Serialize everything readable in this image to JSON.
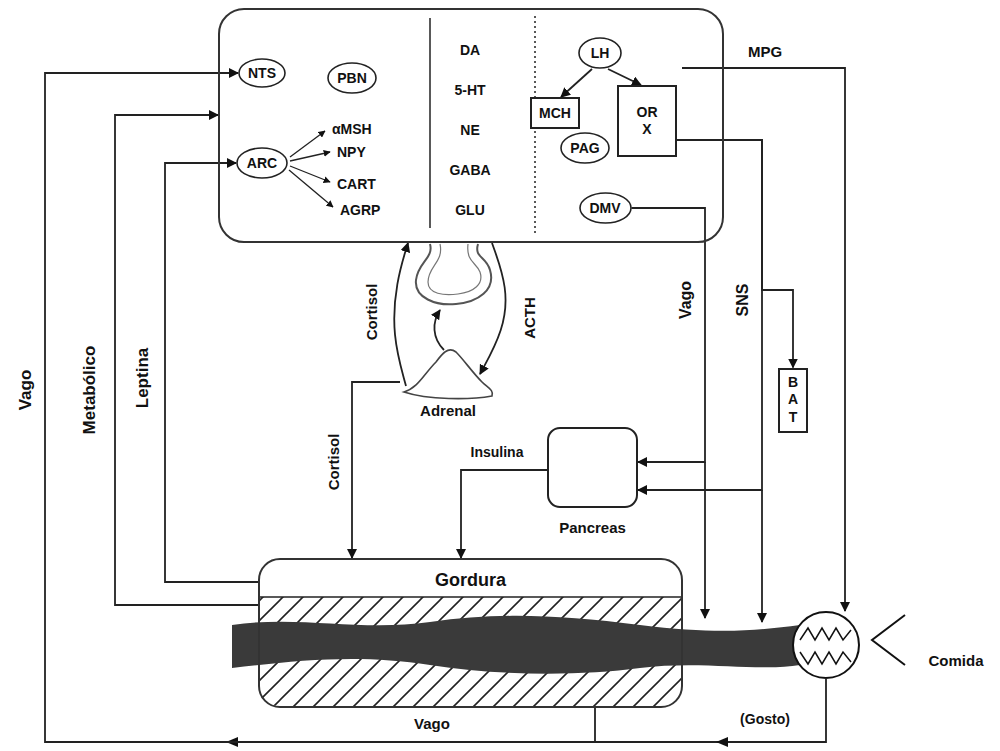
{
  "diagram": {
    "nodes": [
      {
        "text": [
          "DA",
          "5-HT",
          "NE",
          "GABA",
          "GLU"
        ]
      },
      {
        "text": [
          "NTS"
        ],
        "in": 0
      },
      {
        "text": [
          "PBN"
        ],
        "in": 0
      },
      {
        "text": [
          "ARC"
        ],
        "in": 0
      },
      {
        "text": [
          "LH"
        ],
        "in": 0
      },
      {
        "text": [
          "MCH"
        ],
        "in": 0
      },
      {
        "text": [
          "OR X"
        ],
        "in": 0
      },
      {
        "text": [
          "PAG"
        ],
        "in": 0
      },
      {
        "text": [
          "DMV"
        ],
        "in": 0
      },
      {
        "text": [
          "Adrenal"
        ]
      },
      {
        "text": [
          "B A T"
        ]
      },
      {
        "text": [
          "Pancreas"
        ]
      },
      {
        "text": [
          "Gordura"
        ]
      }
    ],
    "edges": [
      {
        "from": 12,
        "to": 1,
        "arrow": "to",
        "label": "Vago"
      },
      {
        "from": 12,
        "to": 0,
        "arrow": "to",
        "label": "Metabólico"
      },
      {
        "from": 12,
        "to": 3,
        "arrow": "to",
        "label": "Leptina"
      },
      {
        "from": 9,
        "to": 0,
        "arrow": "to",
        "label": "Cortisol"
      },
      {
        "from": 0,
        "to": 9,
        "arrow": "to",
        "label": "ACTH"
      },
      {
        "from": 9,
        "to": 12,
        "arrow": "to",
        "label": "Cortisol"
      },
      {
        "from": 11,
        "to": 12,
        "arrow": "to",
        "label": "Insulina"
      },
      {
        "from": 8,
        "to": 11,
        "arrow": "to",
        "label": "Vago"
      },
      {
        "from": 6,
        "to": 11,
        "arrow": "to",
        "label": "SNS"
      },
      {
        "from": 6,
        "to": 10,
        "arrow": "to"
      },
      {
        "from": 4,
        "to": 5,
        "arrow": "to"
      },
      {
        "from": 4,
        "to": 6,
        "arrow": "to"
      }
    ],
    "labels": [
      "αMSH",
      "NPY",
      "CART",
      "AGRP",
      "MPG",
      "Vago",
      "(Gosto)",
      "Comida"
    ]
  }
}
